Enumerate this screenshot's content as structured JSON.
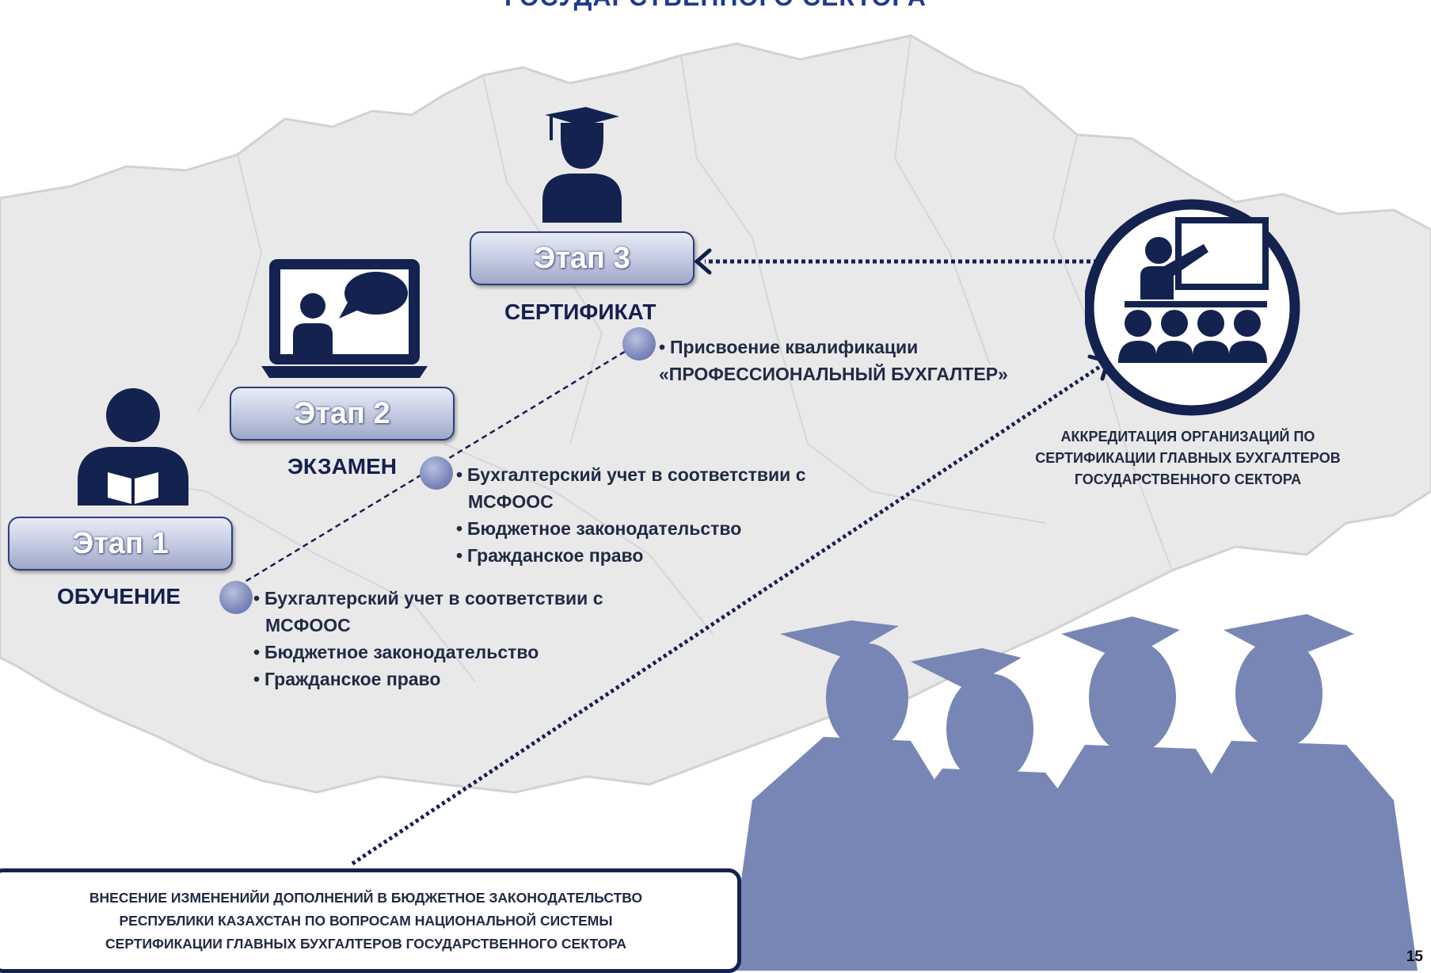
{
  "title": "ГОСУДАРСТВЕННОГО СЕКТОРА",
  "stages": [
    {
      "label": "Этап 1",
      "name": "ОБУЧЕНИЕ",
      "icon": "reader-person-icon",
      "bullets": [
        "Бухгалтерский учет в  соответствии с",
        "МСФООС",
        "Бюджетное законодательство",
        "Гражданское право"
      ]
    },
    {
      "label": "Этап 2",
      "name": "ЭКЗАМЕН",
      "icon": "laptop-video-chat-icon",
      "bullets": [
        "Бухгалтерский учет в  соответствии с",
        "МСФООС",
        "Бюджетное законодательство",
        "Гражданское право"
      ]
    },
    {
      "label": "Этап 3",
      "name": "СЕРТИФИКАТ",
      "icon": "graduate-icon",
      "bullets": [
        "Присвоение квалификации",
        "«ПРОФЕССИОНАЛЬНЫЙ БУХГАЛТЕР»"
      ]
    }
  ],
  "accreditation": {
    "icon": "teacher-classroom-icon",
    "lines": [
      "АККРЕДИТАЦИЯ ОРГАНИЗАЦИЙ ПО",
      "СЕРТИФИКАЦИИ ГЛАВНЫХ БУХГАЛТЕРОВ",
      "ГОСУДАРСТВЕННОГО СЕКТОРА"
    ]
  },
  "bottom_box": {
    "lines": [
      "ВНЕСЕНИЕ ИЗМЕНЕНИЙИ ДОПОЛНЕНИЙ В БЮДЖЕТНОЕ ЗАКОНОДАТЕЛЬСТВО",
      "РЕСПУБЛИКИ КАЗАХСТАН ПО ВОПРОСАМ НАЦИОНАЛЬНОЙ СИСТЕМЫ",
      "СЕРТИФИКАЦИИ ГЛАВНЫХ БУХГАЛТЕРОВ ГОСУДАРСТВЕННОГО СЕКТОРА"
    ]
  },
  "page_number": "15",
  "colors": {
    "navy": "#13224f",
    "map": "#e9e9ea",
    "map_border": "#d2d2d4",
    "silhouette": "#7886b5",
    "title": "#1f3b8e"
  }
}
